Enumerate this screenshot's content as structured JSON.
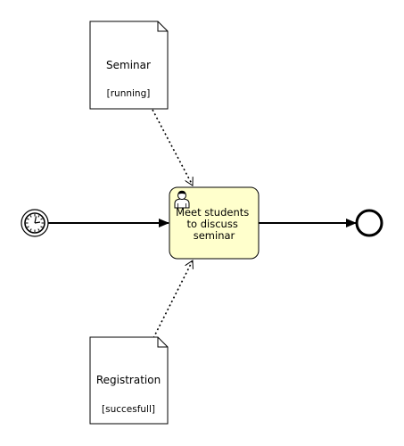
{
  "diagram": {
    "colors": {
      "task_fill": "#ffffcc",
      "stroke": "#000000",
      "background": "#ffffff"
    },
    "start_event": {
      "kind": "timer-start-event",
      "icon": "clock-icon"
    },
    "task": {
      "kind": "user-task",
      "icon": "user-icon",
      "label_lines": [
        "Meet students",
        "to discuss",
        "seminar"
      ]
    },
    "end_event": {
      "kind": "end-event"
    },
    "data_objects": [
      {
        "id": "seminar",
        "name": "Seminar",
        "state": "[running]"
      },
      {
        "id": "registration",
        "name": "Registration",
        "state": "[succesfull]"
      }
    ]
  }
}
